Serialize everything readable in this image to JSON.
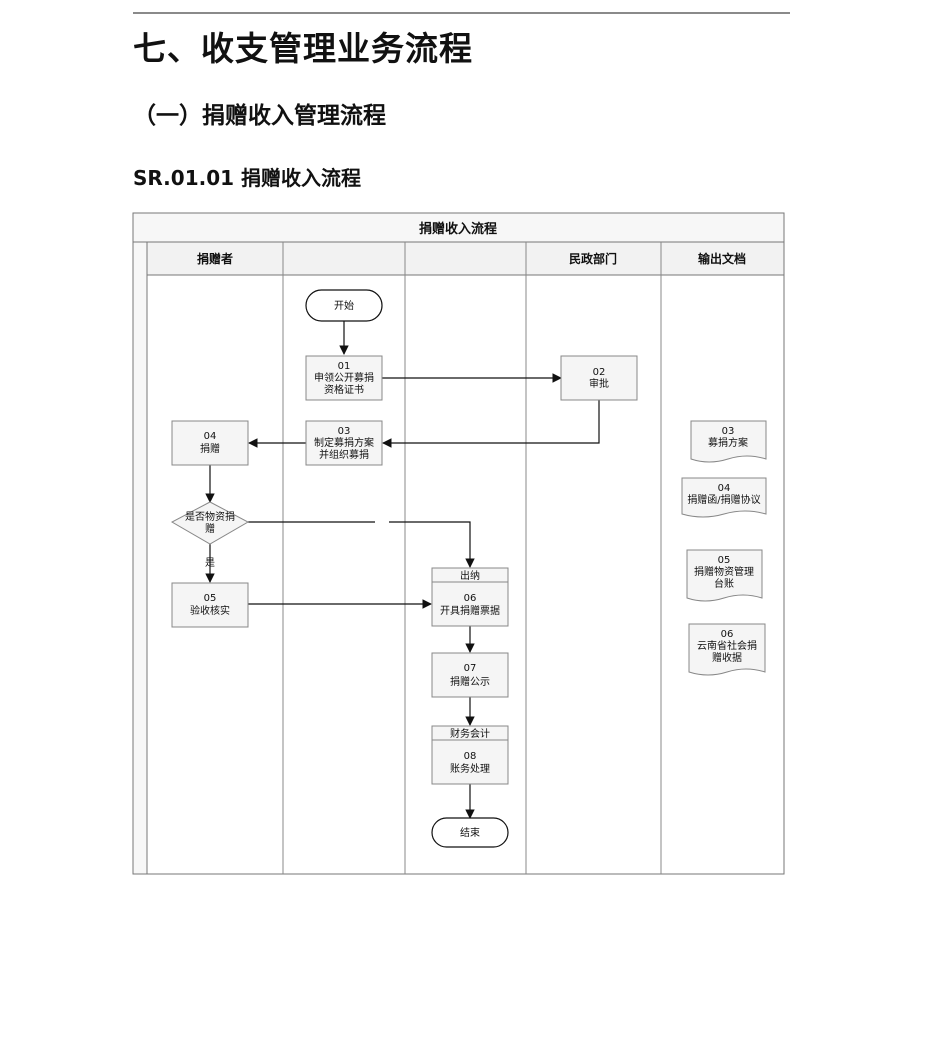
{
  "page": {
    "title": "七、收支管理业务流程",
    "section": "（一）捐赠收入管理流程",
    "subsection": "SR.01.01 捐赠收入流程"
  },
  "diagram": {
    "title": "捐赠收入流程",
    "lanes": {
      "donor": "捐赠者",
      "blank1": "",
      "blank2": "",
      "civil": "民政部门",
      "docs": "输出文档"
    },
    "terminals": {
      "start": "开始",
      "end": "结束"
    },
    "steps": {
      "s01": {
        "num": "01",
        "line1": "申领公开募捐",
        "line2": "资格证书"
      },
      "s02": {
        "num": "02",
        "line1": "审批"
      },
      "s03": {
        "num": "03",
        "line1": "制定募捐方案",
        "line2": "并组织募捐"
      },
      "s04": {
        "num": "04",
        "line1": "捐赠"
      },
      "s05": {
        "num": "05",
        "line1": "验收核实"
      },
      "s06": {
        "role": "出纳",
        "num": "06",
        "line1": "开具捐赠票据"
      },
      "s07": {
        "num": "07",
        "line1": "捐赠公示"
      },
      "s08": {
        "role": "财务会计",
        "num": "08",
        "line1": "账务处理"
      }
    },
    "decision": {
      "line1": "是否物资捐",
      "line2": "赠",
      "yes": "是"
    },
    "documents": {
      "d03": {
        "num": "03",
        "line1": "募捐方案"
      },
      "d04": {
        "num": "04",
        "line1": "捐赠函/捐赠协议"
      },
      "d05": {
        "num": "05",
        "line1": "捐赠物资管理",
        "line2": "台账"
      },
      "d06": {
        "num": "06",
        "line1": "云南省社会捐",
        "line2": "赠收据"
      }
    }
  }
}
